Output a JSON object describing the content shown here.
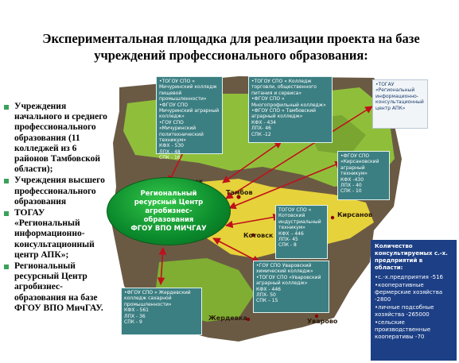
{
  "title": "Экспериментальная площадка для реализации проекта на базе учреждений профессионального образования:",
  "bullets": [
    "Учреждения начального и среднего профессионального образования (11 колледжей из 6 районов Тамбовской области);",
    "Учреждения высшего профессионального образования",
    "ТОГАУ «Региональный информационно-консультационный центр АПК»;",
    "Региональный ресурсный Центр агробизнес-образования на базе ФГОУ ВПО МичГАУ."
  ],
  "center": "Региональный\nресурсный Центр\nагробизнес-\nобразования\nФГОУ ВПО МИЧГАУ",
  "cities": {
    "michurinsk": "Мичуринск",
    "tambov": "Тамбов",
    "kirsanov": "Кирсанов",
    "kotovsk": "Котовск",
    "zherdevka": "Жердевка",
    "uvarovo": "Уварово"
  },
  "boxes": {
    "michurinsk": "•ТОГОУ СПО « Мичуринский колледж пищевой промышленности»\n•ФГОУ СПО Мичуринский аграрный колледж»\n•ГОУ СПО «Мичуринский политехнический техникум»\nКФХ - 530\nЛПХ - 48\nСПК - 16",
    "tambov": "•ТОГОУ СПО « Колледж торговли, общественного питания и сервиса»\n•ФГОУ СПО « Многопрофильный колледж»\n•ФГОУ СПО « Тамбовский аграрный колледж»\nКФХ - 434\nЛПХ- 46\nСПК -12",
    "apk": "•ТОГАУ «Региональный информационно-консультационный центр АПК»",
    "kirsanov": "•ФГОУ СПО «Кирсановский аграрный техникум»\nКФХ -430\nЛПХ - 40\nСПК - 10",
    "kotovsk": "ТОГОУ СПО « Котовский индустриальный техникум»\nКФХ – 446\nЛПХ- 45\nСПК - 8",
    "uvarovo": "•ГОУ СПО Уваровский химический колледж»\n•ТОГОУ СПО «Уваровский аграрный колледж»\nКФХ - 446\nЛПХ- 50\nСПК – 15",
    "zherdevka": "•ФГОУ СПО « Жердевский колледж сахарной промышленности»\nКФХ - 561\nЛПХ - 36\nСПК - 9"
  },
  "stats": {
    "heading": "Количество консультируемых с.-х. предприятий в области:",
    "items": [
      "•с.-х.предприятия -516",
      "•кооперативные фермерские хозяйства -2800",
      "•личные подсобные хозяйства -265000",
      "•сельские производственные кооперативы -70"
    ]
  },
  "colors": {
    "box_fill": "#3c7f83",
    "center_fill": "#0b8a2c",
    "stats_fill": "#1c3f86",
    "arrow": "#c0101c",
    "map_green": "#8fbf3a",
    "map_yellow": "#e6d23a",
    "map_dark": "#6a5a44"
  }
}
